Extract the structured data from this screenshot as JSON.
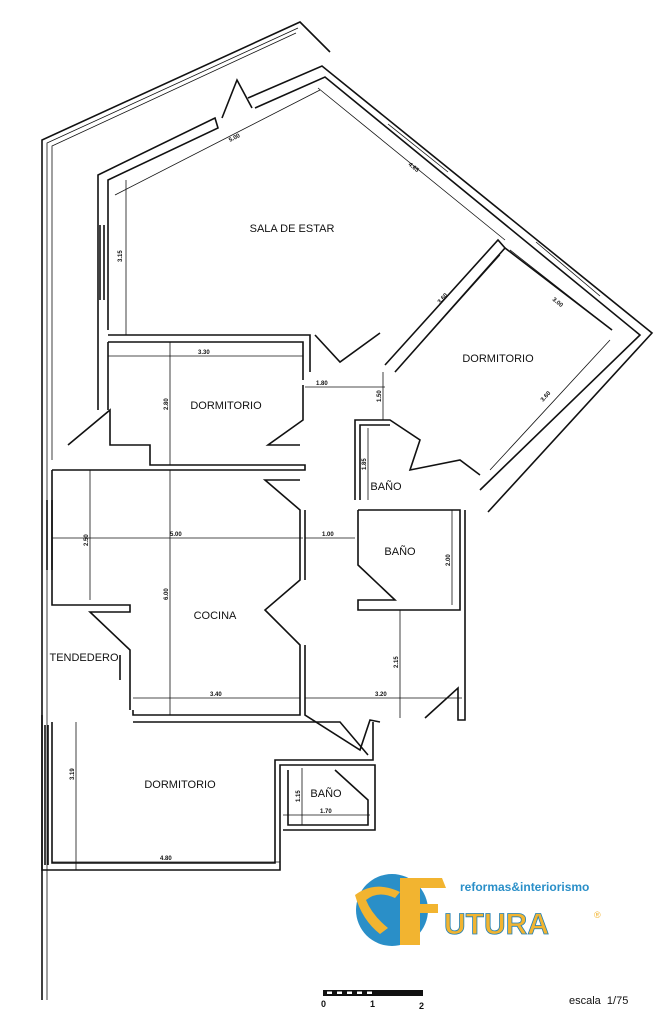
{
  "rooms": {
    "sala": "SALA DE ESTAR",
    "dormitorio_1": "DORMITORIO",
    "dormitorio_2": "DORMITORIO",
    "dormitorio_3": "DORMITORIO",
    "cocina": "COCINA",
    "tendedero": "TENDEDERO",
    "bano_1": "BAÑO",
    "bano_2": "BAÑO",
    "bano_3": "BAÑO"
  },
  "dimensions": {
    "sala_top": "5.00",
    "sala_diag": "4.65",
    "sala_left": "3.15",
    "dorm1_width": "3.30",
    "dorm1_height": "2.80",
    "hall_width": "1.80",
    "hall_height": "1.50",
    "dorm2_a": "3.60",
    "dorm2_b": "3.00",
    "dorm2_c": "3.60",
    "bano1_height": "1.85",
    "bano2_height": "2.00",
    "cocina_width": "5.00",
    "cocina_height": "6.00",
    "cocina_small": "2.50",
    "passage": "1.00",
    "cocina_bottom": "3.40",
    "hall_bottom": "3.20",
    "hall_vertical": "2.15",
    "dorm3_height": "3.19",
    "dorm3_width": "4.80",
    "bano3_height": "1.15",
    "bano3_width": "1.70"
  },
  "logo": {
    "subtitle": "reformas&interiorismo",
    "name": "FUTURA",
    "name_rest": "UTURA",
    "registered": "®",
    "colors": {
      "blue": "#2a8fc8",
      "yellow": "#f2b430"
    }
  },
  "scale_bar": {
    "labels": [
      "0",
      "1",
      "2"
    ]
  },
  "scale_text": "escala  1/75"
}
